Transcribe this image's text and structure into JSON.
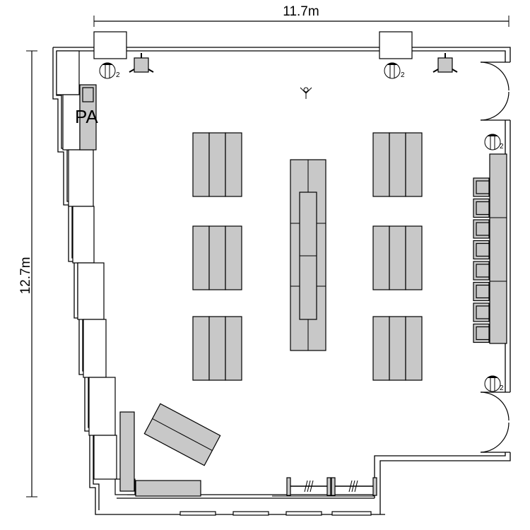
{
  "dimensions": {
    "width_label": "11.7m",
    "height_label": "12.7m"
  },
  "labels": {
    "pa": "PA",
    "spot_count": "2"
  },
  "colors": {
    "furniture": "#c8c8c8",
    "line": "#000000"
  }
}
